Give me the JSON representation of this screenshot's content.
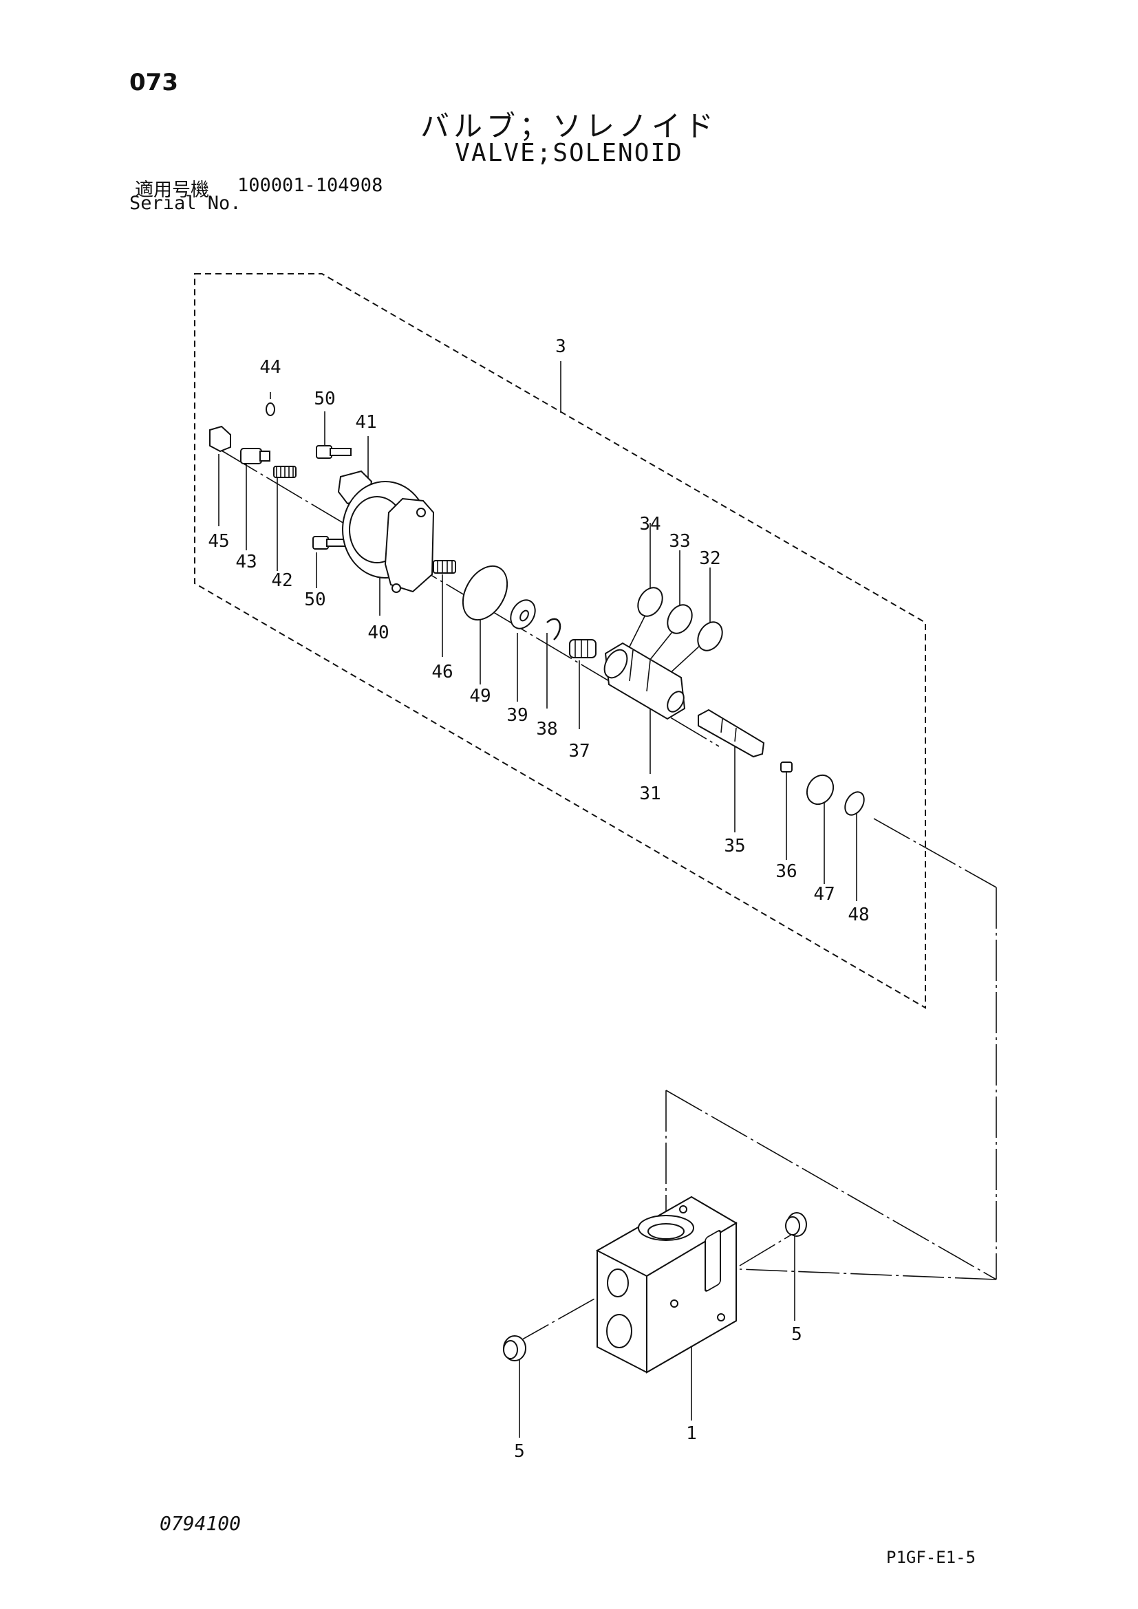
{
  "page_number": "073",
  "title_ja": "バルブ；ソレノイド",
  "title_en": "VALVE;SOLENOID",
  "serial": {
    "label_ja": "適用号機",
    "range": "100001-104908",
    "label_en": "Serial No."
  },
  "footer_left": "0794100",
  "footer_right": "P1GF-E1-5",
  "callouts": {
    "c1": "1",
    "c3": "3",
    "c5a": "5",
    "c5b": "5",
    "c31": "31",
    "c32": "32",
    "c33": "33",
    "c34": "34",
    "c35": "35",
    "c36": "36",
    "c37": "37",
    "c38": "38",
    "c39": "39",
    "c40": "40",
    "c41": "41",
    "c42": "42",
    "c43": "43",
    "c44": "44",
    "c45": "45",
    "c46": "46",
    "c47": "47",
    "c48": "48",
    "c49": "49",
    "c50a": "50",
    "c50b": "50"
  }
}
